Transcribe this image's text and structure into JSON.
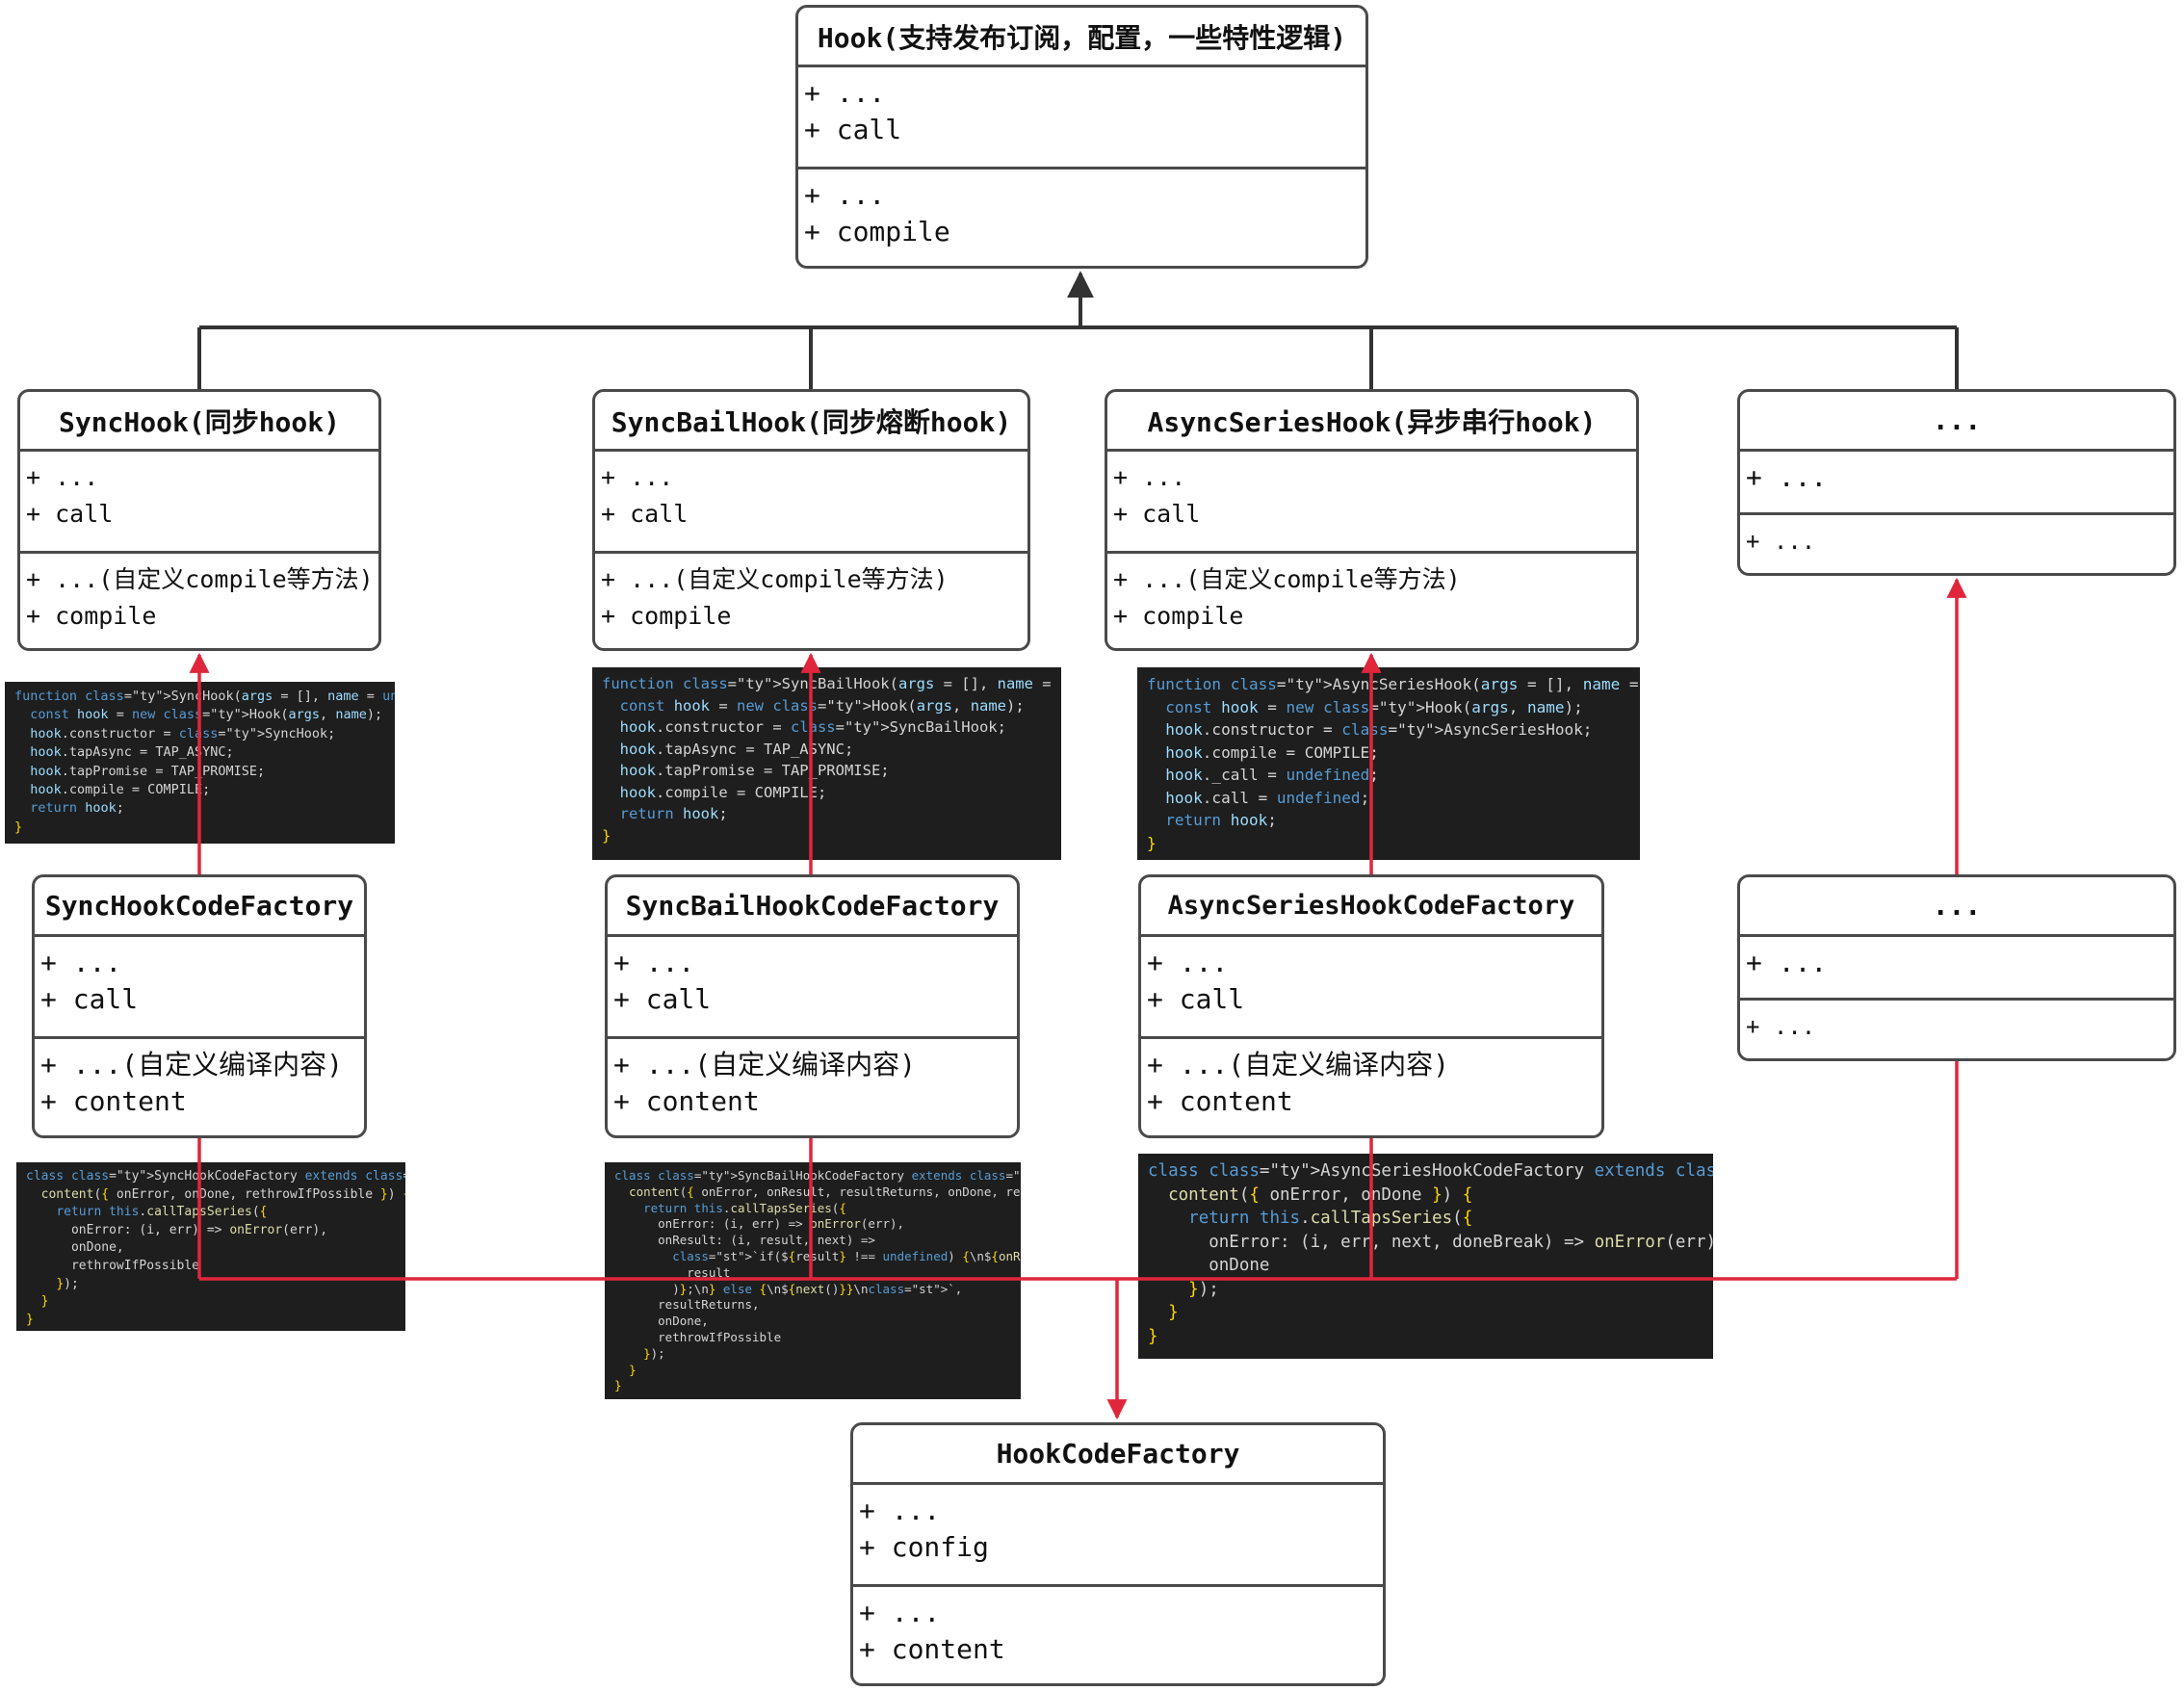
{
  "colors": {
    "border": "#4a4a4a",
    "hierarchy_line": "#333333",
    "red_arrow": "#e0263b",
    "code_bg": "#1e1e1e"
  },
  "hook": {
    "title": "Hook(支持发布订阅，配置，一些特性逻辑)",
    "sec1": [
      "+ ...",
      "+ call"
    ],
    "sec2": [
      "+ ...",
      "+ compile"
    ]
  },
  "sync_hook": {
    "title": "SyncHook(同步hook)",
    "sec1": [
      "+ ...",
      "+ call"
    ],
    "sec2": [
      "+ ...(自定义compile等方法)",
      "+ compile"
    ]
  },
  "sync_bail_hook": {
    "title": "SyncBailHook(同步熔断hook)",
    "sec1": [
      "+ ...",
      "+ call"
    ],
    "sec2": [
      "+ ...(自定义compile等方法)",
      "+ compile"
    ]
  },
  "async_series_hook": {
    "title": "AsyncSeriesHook(异步串行hook)",
    "sec1": [
      "+ ...",
      "+ call"
    ],
    "sec2": [
      "+ ...(自定义compile等方法)",
      "+ compile"
    ]
  },
  "other_hook": {
    "title": "...",
    "sec1": [
      "+ ..."
    ],
    "sec2": [
      "+ ..."
    ]
  },
  "sync_factory": {
    "title": "SyncHookCodeFactory",
    "sec1": [
      "+ ...",
      "+ call"
    ],
    "sec2": [
      "+ ...(自定义编译内容)",
      "+ content"
    ]
  },
  "sync_bail_factory": {
    "title": "SyncBailHookCodeFactory",
    "sec1": [
      "+ ...",
      "+ call"
    ],
    "sec2": [
      "+ ...(自定义编译内容)",
      "+ content"
    ]
  },
  "async_series_factory": {
    "title": "AsyncSeriesHookCodeFactory",
    "sec1": [
      "+ ...",
      "+ call"
    ],
    "sec2": [
      "+ ...(自定义编译内容)",
      "+ content"
    ]
  },
  "other_factory": {
    "title": "...",
    "sec1": [
      "+ ..."
    ],
    "sec2": [
      "+ ..."
    ]
  },
  "hook_code_factory": {
    "title": "HookCodeFactory",
    "sec1": [
      "+ ...",
      "+ config"
    ],
    "sec2": [
      "+ ...",
      "+ content"
    ]
  },
  "code_snippets": {
    "sync_hook": [
      "function SyncHook(args = [], name = undefined) {",
      "  const hook = new Hook(args, name);",
      "  hook.constructor = SyncHook;",
      "  hook.tapAsync = TAP_ASYNC;",
      "  hook.tapPromise = TAP_PROMISE;",
      "  hook.compile = COMPILE;",
      "  return hook;",
      "}"
    ],
    "sync_bail_hook": [
      "function SyncBailHook(args = [], name = undefined) {",
      "  const hook = new Hook(args, name);",
      "  hook.constructor = SyncBailHook;",
      "  hook.tapAsync = TAP_ASYNC;",
      "  hook.tapPromise = TAP_PROMISE;",
      "  hook.compile = COMPILE;",
      "  return hook;",
      "}"
    ],
    "async_series_hook": [
      "function AsyncSeriesHook(args = [], name = undefined) {",
      "  const hook = new Hook(args, name);",
      "  hook.constructor = AsyncSeriesHook;",
      "  hook.compile = COMPILE;",
      "  hook._call = undefined;",
      "  hook.call = undefined;",
      "  return hook;",
      "}"
    ],
    "sync_factory": [
      "class SyncHookCodeFactory extends HookCodeFactory {",
      "  content({ onError, onDone, rethrowIfPossible }) {",
      "    return this.callTapsSeries({",
      "      onError: (i, err) => onError(err),",
      "      onDone,",
      "      rethrowIfPossible",
      "    });",
      "  }",
      "}"
    ],
    "sync_bail_factory": [
      "class SyncBailHookCodeFactory extends HookCodeFactory {",
      "  content({ onError, onResult, resultReturns, onDone, rethrowIf",
      "    return this.callTapsSeries({",
      "      onError: (i, err) => onError(err),",
      "      onResult: (i, result, next) =>",
      "        `if(${result} !== undefined) {\\n${onResult(",
      "          result",
      "        )};\\n} else {\\n${next()}}\\n`,",
      "      resultReturns,",
      "      onDone,",
      "      rethrowIfPossible",
      "    });",
      "  }",
      "}"
    ],
    "async_series_factory": [
      "class AsyncSeriesHookCodeFactory extends HookCodeFactory {",
      "  content({ onError, onDone }) {",
      "    return this.callTapsSeries({",
      "      onError: (i, err, next, doneBreak) => onError(err) + d",
      "      onDone",
      "    });",
      "  }",
      "}"
    ]
  }
}
